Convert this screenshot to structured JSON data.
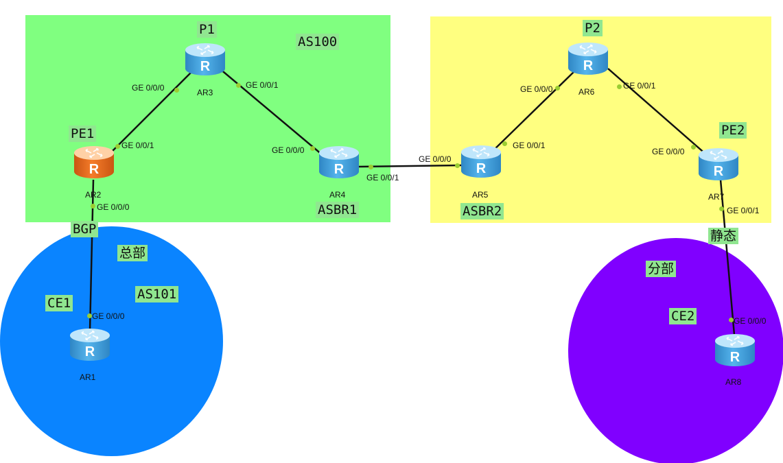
{
  "zones": {
    "as100_box_color": "#80ff80",
    "as_right_box_color": "#ffff80",
    "hq_circle_color": "#0a84ff",
    "branch_circle_color": "#8000ff"
  },
  "labels": {
    "p1": "P1",
    "as100": "AS100",
    "pe1": "PE1",
    "asbr1": "ASBR1",
    "p2": "P2",
    "pe2": "PE2",
    "asbr2": "ASBR2",
    "bgp": "BGP",
    "hq": "总部",
    "as101": "AS101",
    "ce1": "CE1",
    "static": "静态",
    "branch": "分部",
    "ce2": "CE2"
  },
  "routers": {
    "ar1": {
      "name": "AR1",
      "color": "blue"
    },
    "ar2": {
      "name": "AR2",
      "color": "orange"
    },
    "ar3": {
      "name": "AR3",
      "color": "blue"
    },
    "ar4": {
      "name": "AR4",
      "color": "blue"
    },
    "ar5": {
      "name": "AR5",
      "color": "blue"
    },
    "ar6": {
      "name": "AR6",
      "color": "blue"
    },
    "ar7": {
      "name": "AR7",
      "color": "blue"
    },
    "ar8": {
      "name": "AR8",
      "color": "blue"
    }
  },
  "ports": {
    "ar3_left": "GE 0/0/0",
    "ar3_right": "GE 0/0/1",
    "ar2_up": "GE 0/0/1",
    "ar2_down": "GE 0/0/0",
    "ar4_left": "GE 0/0/0",
    "ar4_right": "GE 0/0/1",
    "ar5_left": "GE 0/0/0",
    "ar5_up": "GE 0/0/1",
    "ar6_left": "GE 0/0/0",
    "ar6_right": "GE 0/0/1",
    "ar7_left": "GE 0/0/0",
    "ar7_down": "GE 0/0/1",
    "ar1_up": "GE 0/0/0",
    "ar8_up": "GE 0/0/0"
  },
  "icons": {
    "router": "router-icon"
  }
}
